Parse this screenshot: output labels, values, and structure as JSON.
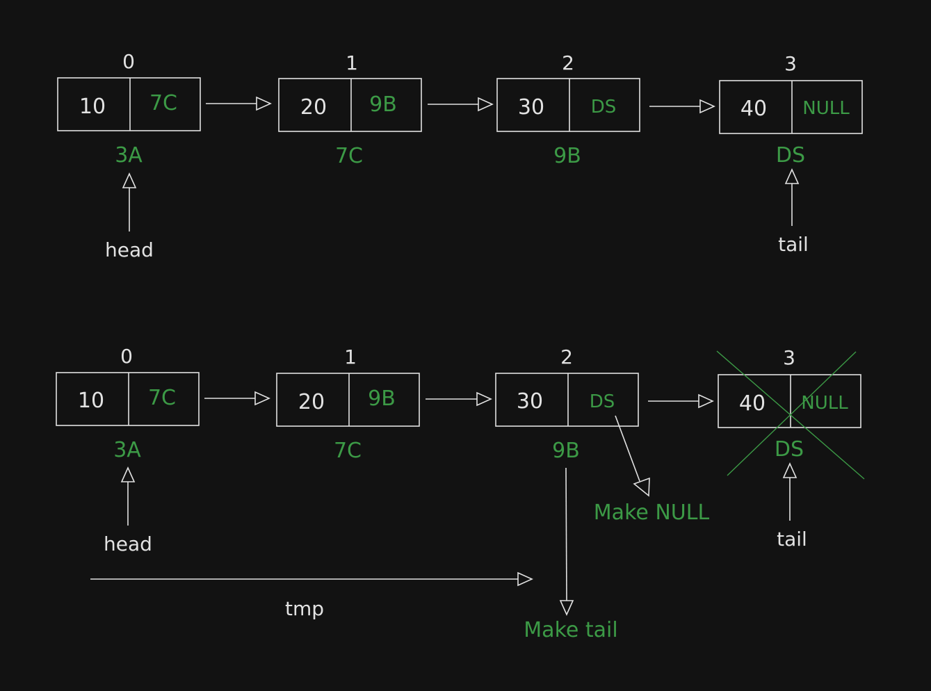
{
  "colors": {
    "background": "#121212",
    "line": "#e2e2e2",
    "accent_green": "#3c9a46"
  },
  "top_list": {
    "nodes": [
      {
        "index": "0",
        "value": "10",
        "next": "7C",
        "address": "3A"
      },
      {
        "index": "1",
        "value": "20",
        "next": "9B",
        "address": "7C"
      },
      {
        "index": "2",
        "value": "30",
        "next": "DS",
        "address": "9B"
      },
      {
        "index": "3",
        "value": "40",
        "next": "NULL",
        "address": "DS"
      }
    ],
    "head_label": "head",
    "tail_label": "tail"
  },
  "bottom_list": {
    "nodes": [
      {
        "index": "0",
        "value": "10",
        "next": "7C",
        "address": "3A"
      },
      {
        "index": "1",
        "value": "20",
        "next": "9B",
        "address": "7C"
      },
      {
        "index": "2",
        "value": "30",
        "next": "DS",
        "address": "9B"
      },
      {
        "index": "3",
        "value": "40",
        "next": "NULL",
        "address": "DS",
        "deleted": true
      }
    ],
    "head_label": "head",
    "tail_label": "tail",
    "tmp_label": "tmp",
    "make_null_label": "Make NULL",
    "make_tail_label": "Make tail"
  }
}
